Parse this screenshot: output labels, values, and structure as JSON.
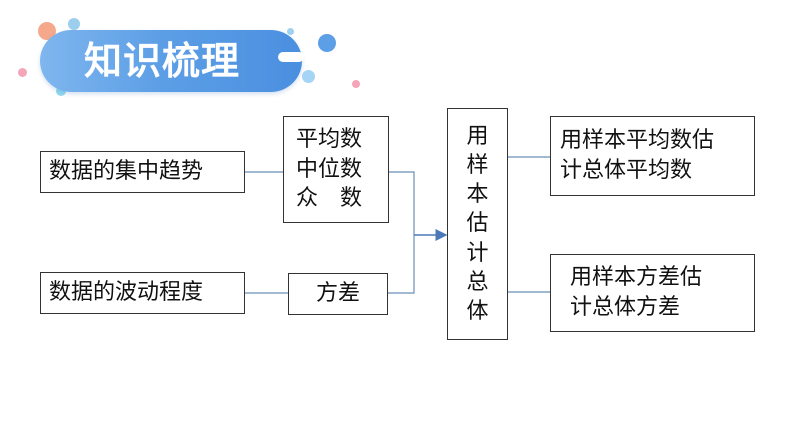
{
  "header": {
    "title": "知识梳理"
  },
  "diagram": {
    "trend_label": "数据的集中趋势",
    "measures": [
      "平均数",
      "中位数",
      "众　数"
    ],
    "spread_label": "数据的波动程度",
    "variance_label": "方差",
    "estimate_chars": [
      "用",
      "样",
      "本",
      "估",
      "计",
      "总",
      "体"
    ],
    "out1": [
      "用样本平均数估",
      "计总体平均数"
    ],
    "out2": [
      "用样本方差估",
      "计总体方差"
    ]
  },
  "colors": {
    "banner": "#5d9fe6",
    "connector_blue": "#4a78b8",
    "connector_gray": "#6a8fb8",
    "box_border": "#333333"
  }
}
